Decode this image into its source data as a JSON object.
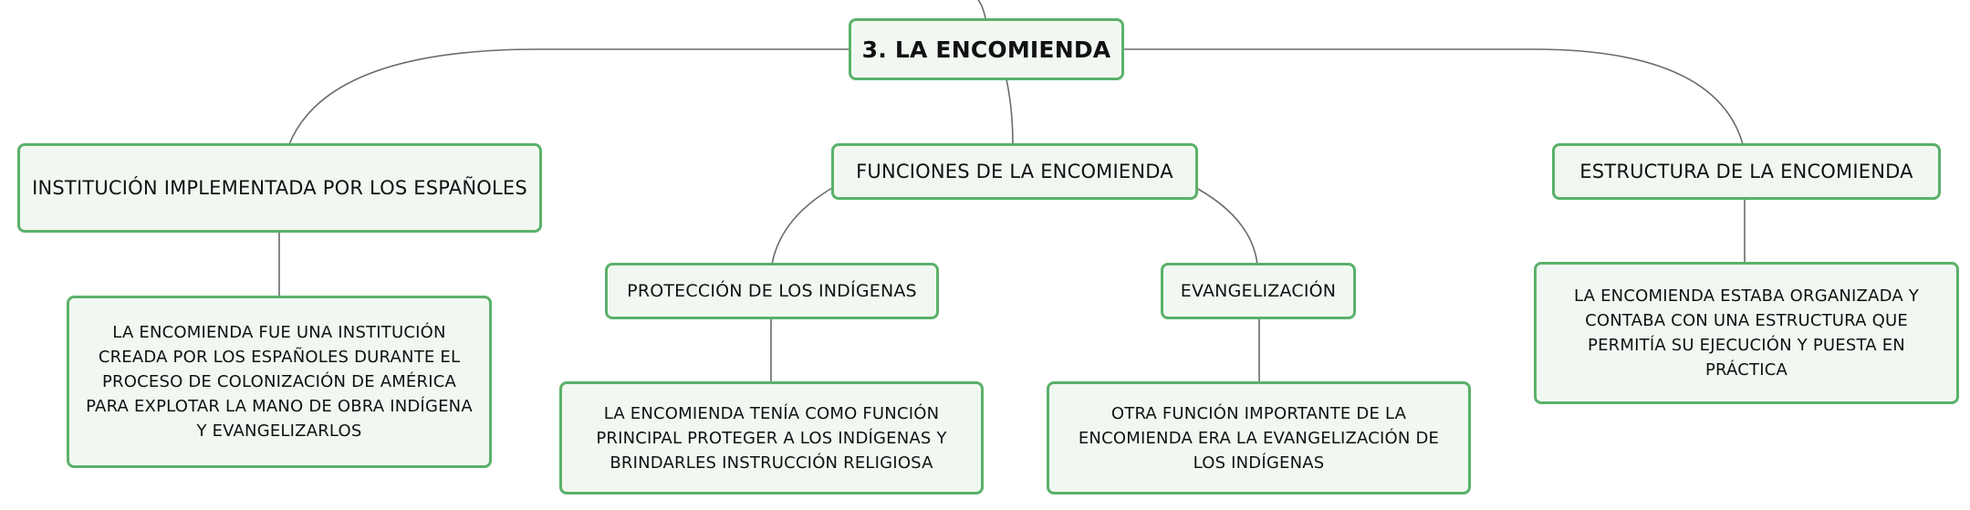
{
  "root": {
    "title": "3. LA ENCOMIENDA"
  },
  "branches": {
    "institucion": {
      "label": "INSTITUCIÓN IMPLEMENTADA POR LOS ESPAÑOLES",
      "description": "LA ENCOMIENDA FUE UNA INSTITUCIÓN CREADA POR LOS ESPAÑOLES DURANTE EL PROCESO DE COLONIZACIÓN DE AMÉRICA PARA EXPLOTAR LA MANO DE OBRA INDÍGENA Y EVANGELIZARLOS"
    },
    "funciones": {
      "label": "FUNCIONES DE LA ENCOMIENDA",
      "proteccion": {
        "label": "PROTECCIÓN DE LOS INDÍGENAS",
        "description": "LA ENCOMIENDA TENÍA COMO FUNCIÓN PRINCIPAL PROTEGER A LOS INDÍGENAS Y BRINDARLES INSTRUCCIÓN RELIGIOSA"
      },
      "evangelizacion": {
        "label": "EVANGELIZACIÓN",
        "description": "OTRA FUNCIÓN IMPORTANTE DE LA ENCOMIENDA ERA LA EVANGELIZACIÓN DE LOS INDÍGENAS"
      }
    },
    "estructura": {
      "label": "ESTRUCTURA DE LA ENCOMIENDA",
      "description": "LA ENCOMIENDA ESTABA ORGANIZADA Y CONTABA CON UNA ESTRUCTURA QUE PERMITÍA SU EJECUCIÓN Y PUESTA EN PRÁCTICA"
    }
  },
  "colors": {
    "node_border": "#5bb16a",
    "node_fill": "#f1f8f2",
    "connector": "#6b6b6b",
    "text": "#111111"
  }
}
